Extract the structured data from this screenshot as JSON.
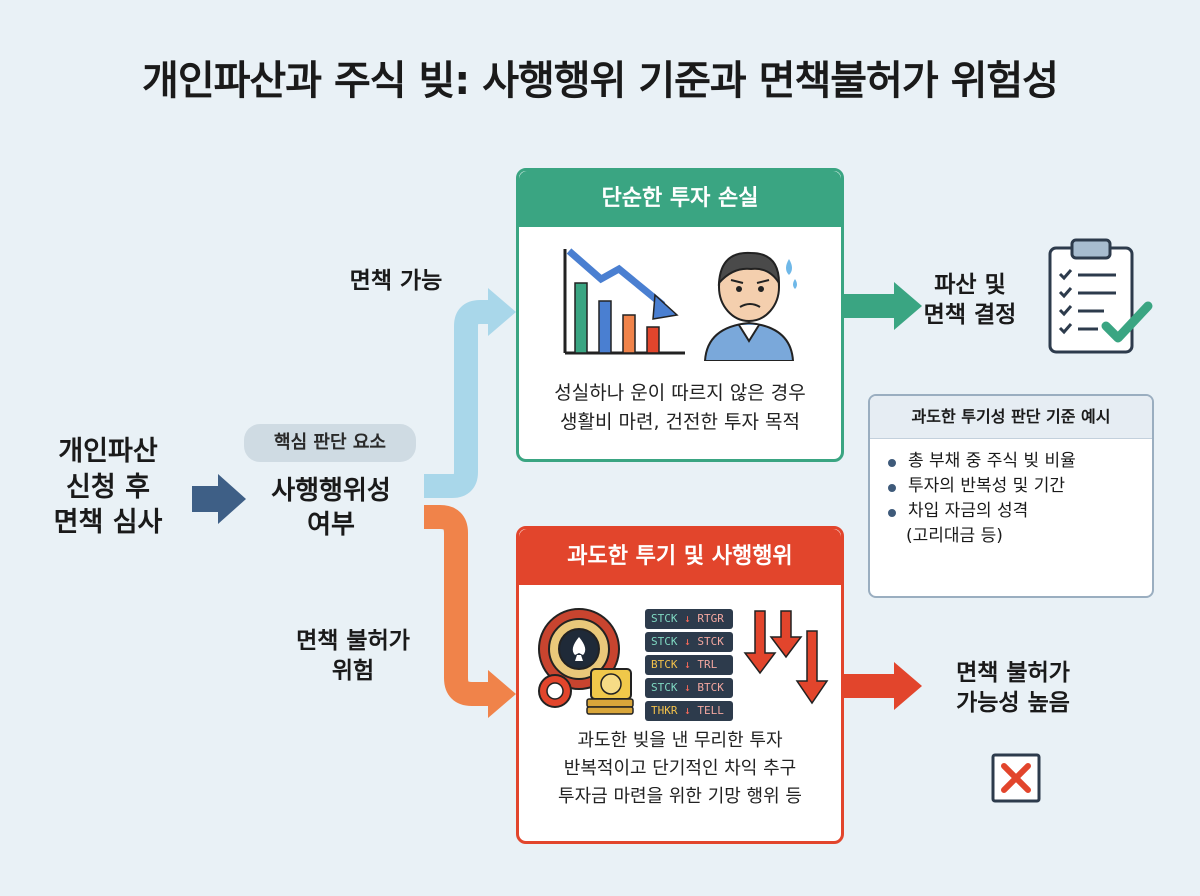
{
  "title": "개인파산과 주식 빚: 사행행위 기준과 면책불허가 위험성",
  "start": {
    "line1": "개인파산",
    "line2": "신청 후",
    "line3": "면책 심사"
  },
  "key_factor": {
    "pill": "핵심 판단 요소",
    "line1": "사행행위성",
    "line2": "여부"
  },
  "upper_branch": {
    "label": "면책 가능"
  },
  "lower_branch": {
    "line1": "면책 불허가",
    "line2": "위험"
  },
  "simple_loss": {
    "header": "단순한 투자 손실",
    "line1": "성실하나 운이 따르지 않은 경우",
    "line2": "생활비 마련, 건전한 투자 목적"
  },
  "speculation": {
    "header": "과도한 투기 및 사행행위",
    "line1": "과도한 빚을 낸 무리한 투자",
    "line2": "반복적이고 단기적인 차익 추구",
    "line3": "투자금 마련을 위한 기망 행위 등",
    "tickers": [
      {
        "a": "STCK",
        "b": "RTGR"
      },
      {
        "a": "STCK",
        "b": "STCK"
      },
      {
        "a": "BTCK",
        "b": "TRL"
      },
      {
        "a": "STCK",
        "b": "BTCK"
      },
      {
        "a": "THKR",
        "b": "TELL"
      }
    ]
  },
  "outcome_upper": {
    "line1": "파산 및",
    "line2": "면책 결정"
  },
  "outcome_lower": {
    "line1": "면책 불허가",
    "line2": "가능성 높음"
  },
  "criteria": {
    "header": "과도한 투기성 판단 기준 예시",
    "items": [
      "총 부채 중 주식 빚 비율",
      "투자의 반복성 및 기간",
      "차입 자금의 성격",
      "(고리대금 등)"
    ]
  },
  "colors": {
    "green": "#3aa582",
    "red": "#e2452c",
    "blue_arrow": "#a9d7ea",
    "orange_arrow": "#f0834a",
    "navy_arrow": "#3e5f86"
  }
}
